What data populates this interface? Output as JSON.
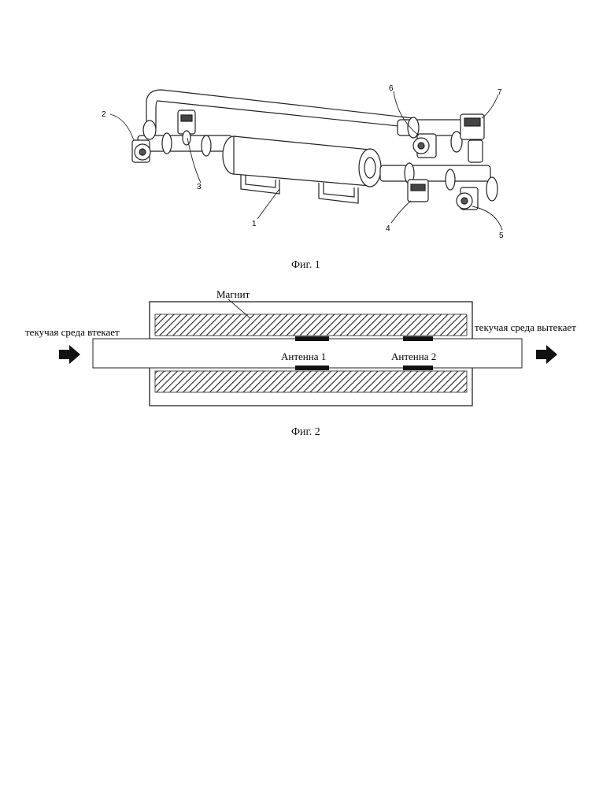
{
  "figure1": {
    "caption": "Фиг. 1",
    "callouts": [
      "1",
      "2",
      "3",
      "4",
      "5",
      "6",
      "7"
    ]
  },
  "figure2": {
    "caption": "Фиг. 2",
    "magnet_label": "Магнит",
    "inflow_label": "текучая среда втекает",
    "outflow_label": "текучая среда вытекает",
    "antenna1_label": "Антенна 1",
    "antenna2_label": "Антенна 2"
  }
}
